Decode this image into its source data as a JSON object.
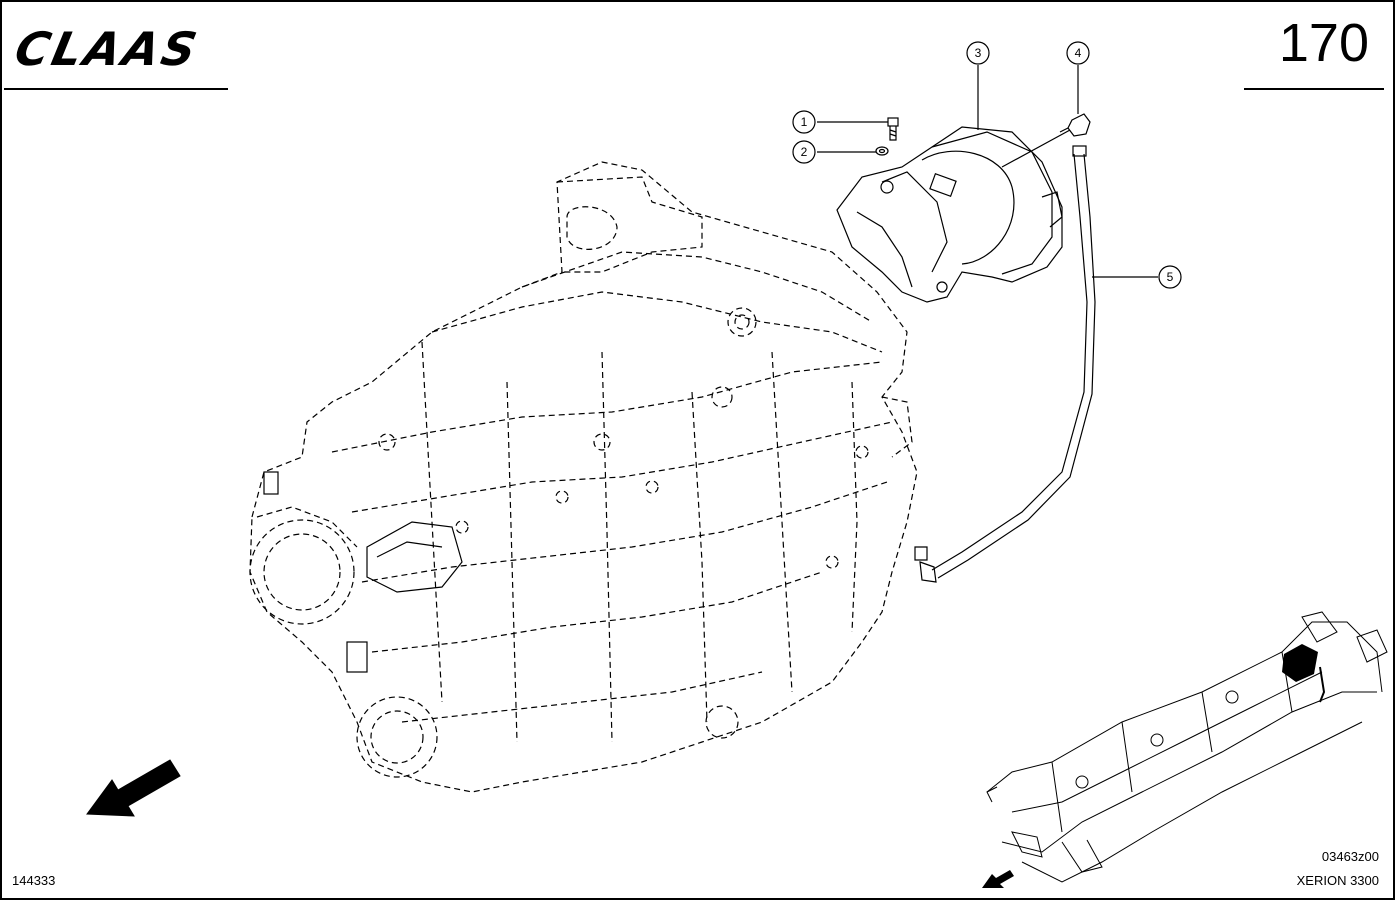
{
  "header": {
    "brand": "CLAAS",
    "page_number": "170"
  },
  "callouts": [
    {
      "id": "1",
      "part": "screw"
    },
    {
      "id": "2",
      "part": "washer"
    },
    {
      "id": "3",
      "part": "housing"
    },
    {
      "id": "4",
      "part": "fitting"
    },
    {
      "id": "5",
      "part": "hose"
    }
  ],
  "footer": {
    "drawing_id": "144333",
    "figure_code": "03463z00",
    "model": "XERION 3300"
  },
  "colors": {
    "line": "#000000",
    "background": "#ffffff"
  }
}
